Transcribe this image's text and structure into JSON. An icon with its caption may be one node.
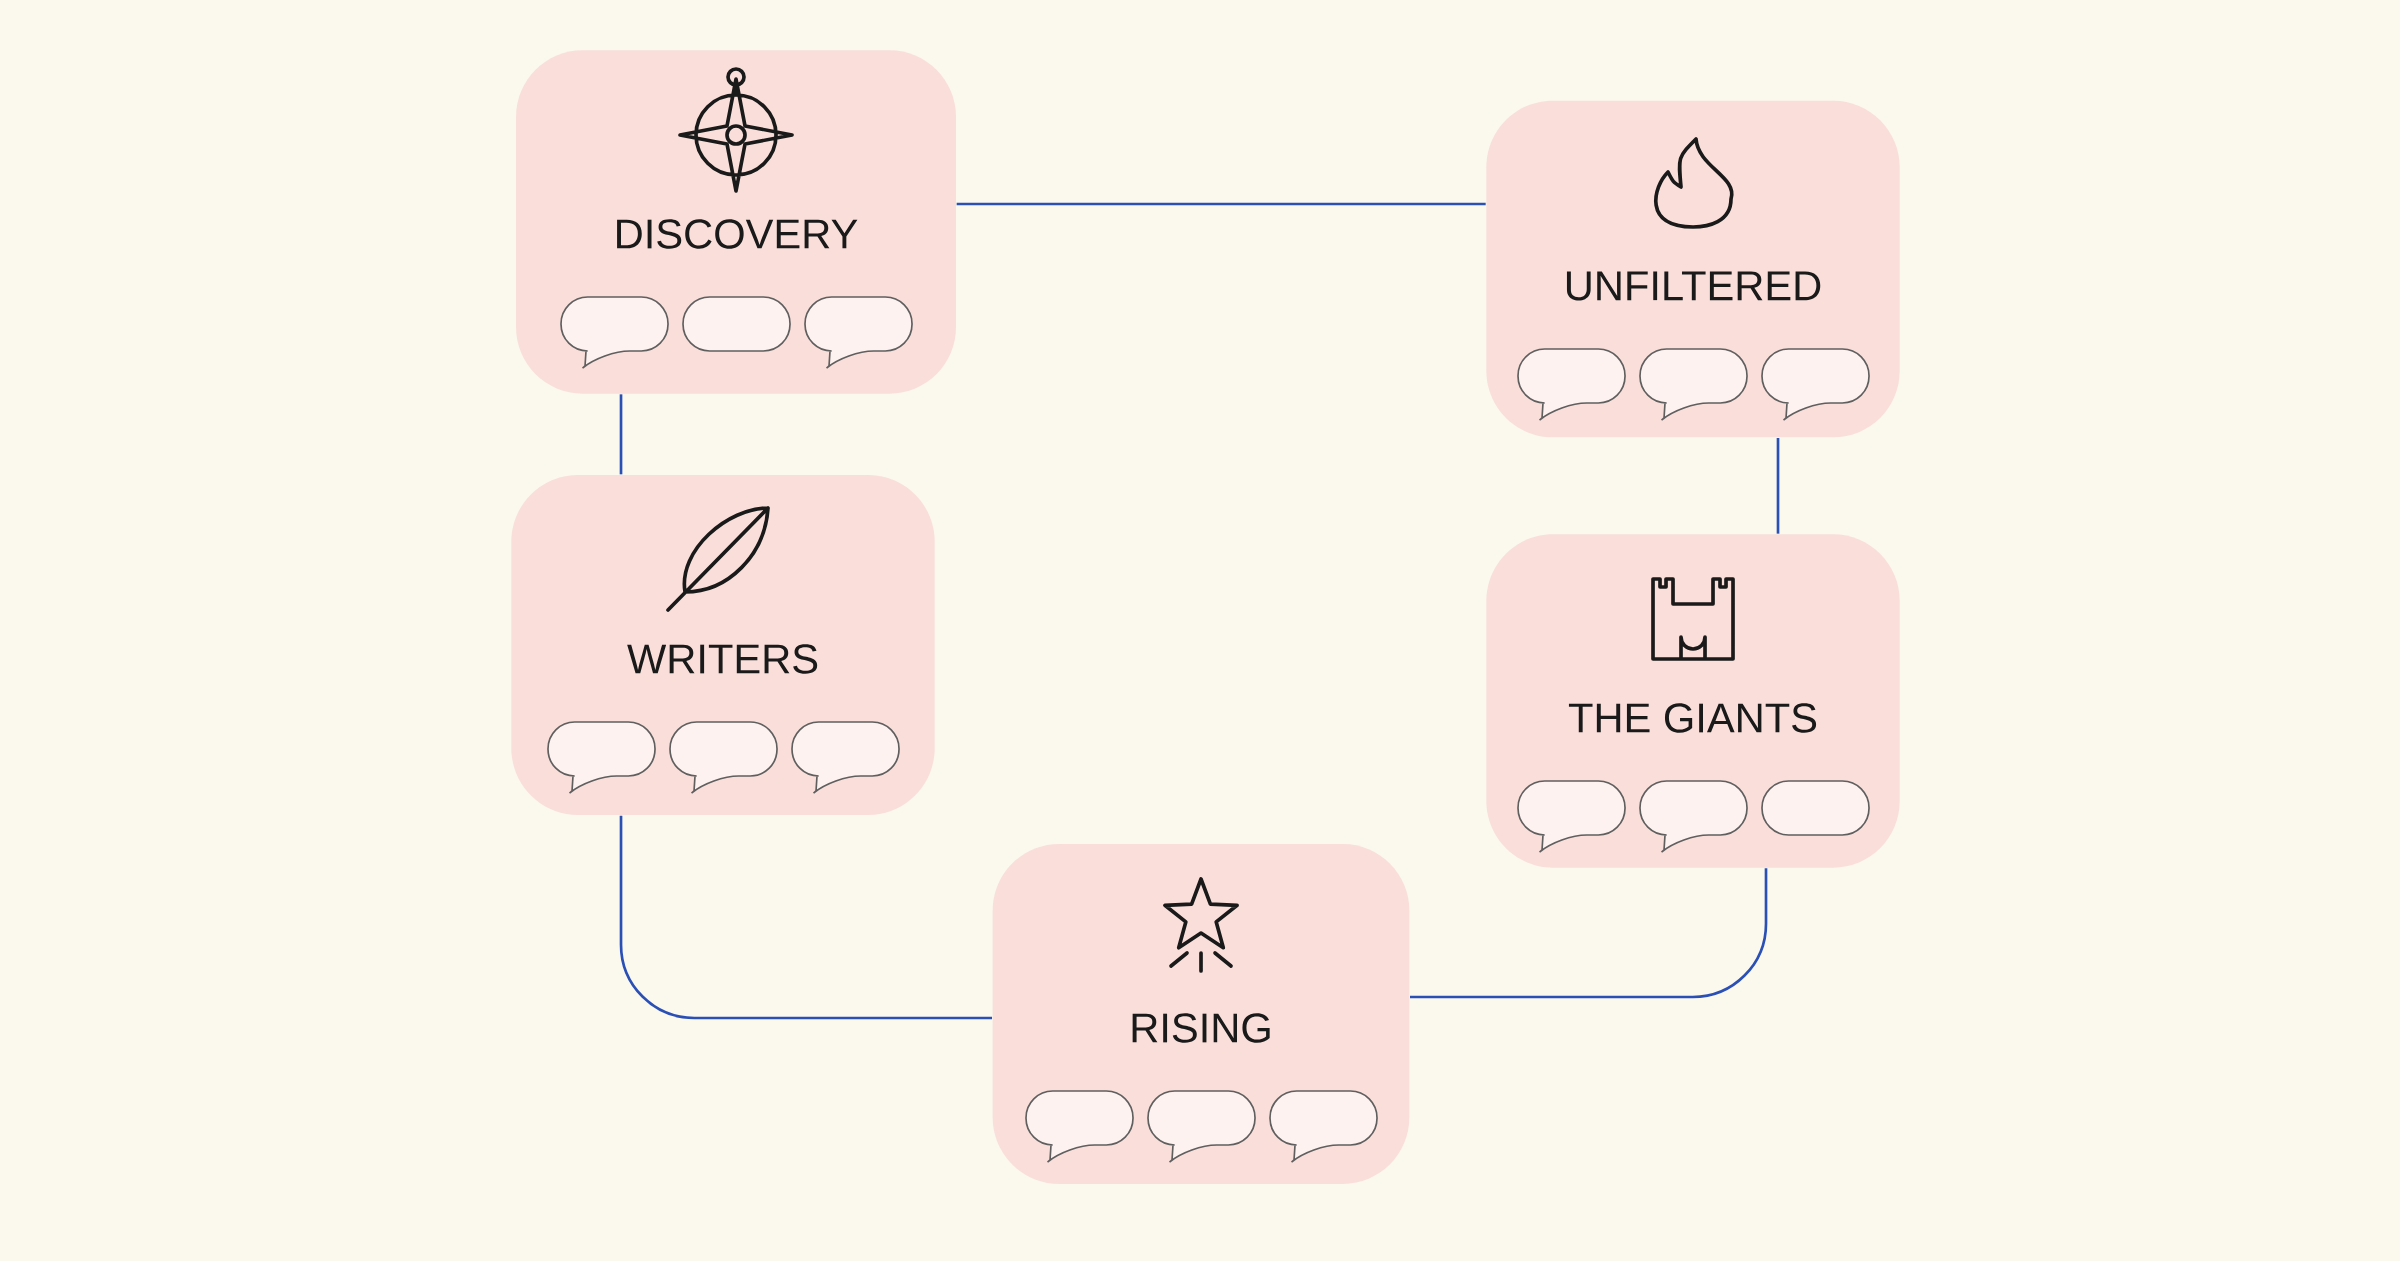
{
  "diagram": {
    "nodes": [
      {
        "text": [
          "DISCOVERY"
        ]
      },
      {
        "text": [
          "UNFILTERED"
        ]
      },
      {
        "text": [
          "WRITERS"
        ]
      },
      {
        "text": [
          "THE GIANTS"
        ]
      },
      {
        "text": [
          "RISING"
        ]
      }
    ],
    "edges": [
      {
        "from": 0,
        "to": 1,
        "arrow": "none"
      },
      {
        "from": 0,
        "to": 2,
        "arrow": "none"
      },
      {
        "from": 1,
        "to": 3,
        "arrow": "none"
      },
      {
        "from": 2,
        "to": 4,
        "arrow": "none"
      },
      {
        "from": 3,
        "to": 4,
        "arrow": "none"
      }
    ]
  }
}
